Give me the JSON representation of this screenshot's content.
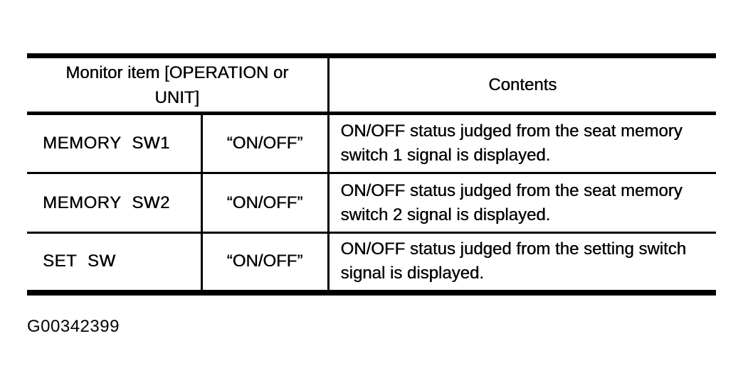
{
  "table": {
    "header": {
      "monitor_item": "Monitor item [OPERATION or UNIT]",
      "contents": "Contents"
    },
    "rows": [
      {
        "item": "MEMORY SW1",
        "operation": "“ON/OFF”",
        "contents": "ON/OFF status judged from the seat memory switch 1 signal is displayed."
      },
      {
        "item": "MEMORY SW2",
        "operation": "“ON/OFF”",
        "contents": "ON/OFF status judged from the seat memory switch 2 signal is displayed."
      },
      {
        "item": "SET SW",
        "operation": "“ON/OFF”",
        "contents": "ON/OFF status judged from the setting switch signal is displayed."
      }
    ]
  },
  "figure_id": "G00342399",
  "colors": {
    "ink": "#000000",
    "paper": "#ffffff"
  }
}
